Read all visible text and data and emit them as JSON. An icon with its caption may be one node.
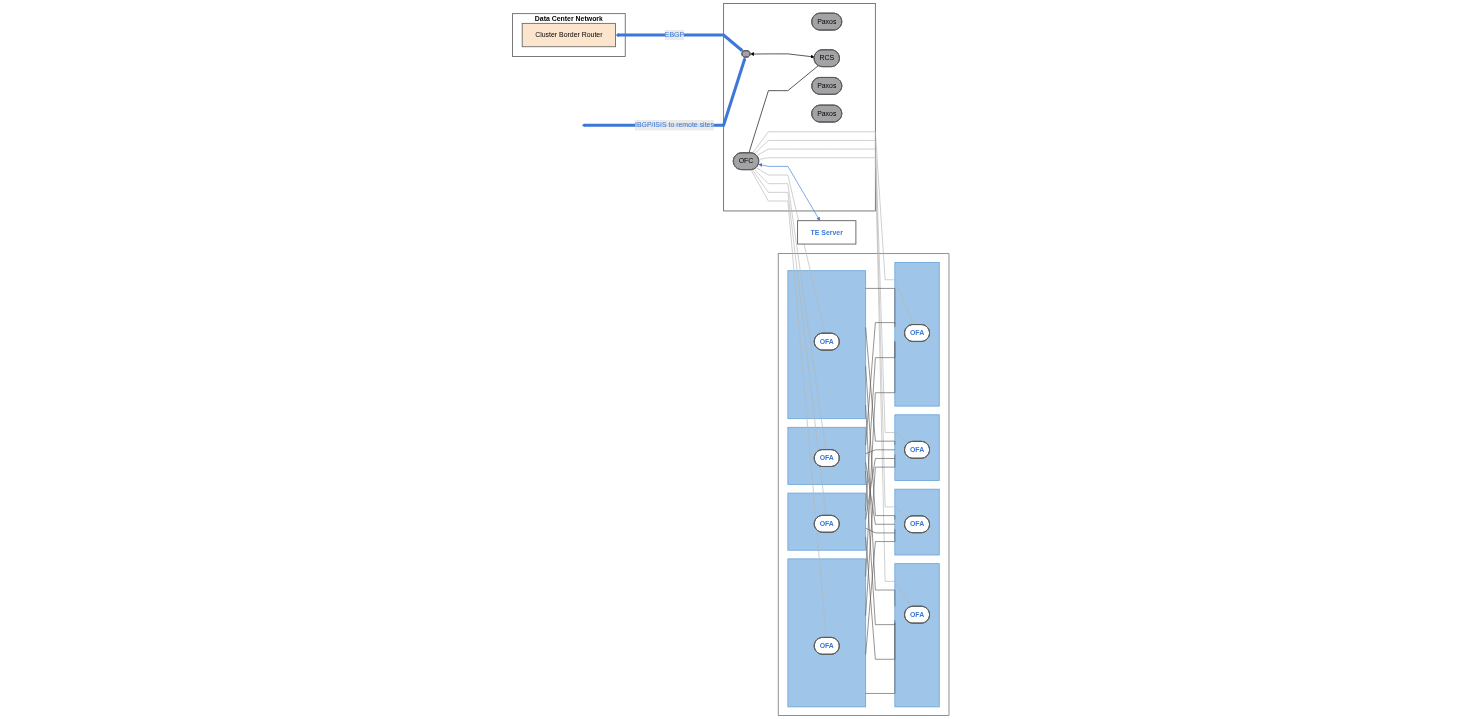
{
  "diagram": {
    "nodes": [
      {
        "text": [
          "Data Center Network"
        ]
      },
      {
        "text": [
          "Cluster Border Router"
        ],
        "in": 0
      },
      {
        "text": [],
        "shape": "box"
      },
      {
        "text": [],
        "shape": "circle",
        "in": 2
      },
      {
        "text": [
          "OFC"
        ],
        "in": 2
      },
      {
        "text": [
          "Paxos"
        ],
        "in": 2
      },
      {
        "text": [
          "RCS"
        ],
        "in": 2
      },
      {
        "text": [
          "Paxos"
        ],
        "in": 2
      },
      {
        "text": [
          "Paxos"
        ],
        "in": 2
      },
      {
        "text": [
          "TE Server"
        ]
      },
      {
        "text": [],
        "shape": "box"
      },
      {
        "text": [],
        "shape": "box",
        "in": 10
      },
      {
        "text": [
          "OFA"
        ],
        "in": 11
      },
      {
        "text": [],
        "shape": "box",
        "in": 10
      },
      {
        "text": [
          "OFA"
        ],
        "in": 13
      },
      {
        "text": [],
        "shape": "box",
        "in": 10
      },
      {
        "text": [
          "OFA"
        ],
        "in": 15
      },
      {
        "text": [],
        "shape": "box",
        "in": 10
      },
      {
        "text": [
          "OFA"
        ],
        "in": 17
      },
      {
        "text": [],
        "shape": "box",
        "in": 10
      },
      {
        "text": [
          "OFA"
        ],
        "in": 19
      },
      {
        "text": [],
        "shape": "box",
        "in": 10
      },
      {
        "text": [
          "OFA"
        ],
        "in": 21
      },
      {
        "text": [],
        "shape": "box",
        "in": 10
      },
      {
        "text": [
          "OFA"
        ],
        "in": 23
      },
      {
        "text": [],
        "shape": "box",
        "in": 10
      },
      {
        "text": [
          "OFA"
        ],
        "in": 25
      }
    ],
    "edges": [
      {
        "from": 1,
        "to": 3,
        "arrow": "both",
        "label": "EBGP",
        "style": "thick",
        "color": "#3c78d8"
      },
      {
        "from": null,
        "to": 3,
        "arrow": "both",
        "label": "IBGP/ISIS to remote sites",
        "style": "thick",
        "color": "#3c78d8"
      },
      {
        "from": 3,
        "to": 6,
        "arrow": "both",
        "color": "#000000"
      },
      {
        "from": 4,
        "to": 6,
        "arrow": "none",
        "color": "#000000"
      },
      {
        "from": 4,
        "to": 9,
        "arrow": "both",
        "color": "#3c78d8"
      },
      {
        "from": 4,
        "to": 12,
        "arrow": "none",
        "color": "#b7b7b7"
      },
      {
        "from": 4,
        "to": 14,
        "arrow": "none",
        "color": "#b7b7b7"
      },
      {
        "from": 4,
        "to": 16,
        "arrow": "none",
        "color": "#b7b7b7"
      },
      {
        "from": 4,
        "to": 18,
        "arrow": "none",
        "color": "#b7b7b7"
      },
      {
        "from": 4,
        "to": 20,
        "arrow": "none",
        "color": "#b7b7b7"
      },
      {
        "from": 4,
        "to": 22,
        "arrow": "none",
        "color": "#b7b7b7"
      },
      {
        "from": 4,
        "to": 24,
        "arrow": "none",
        "color": "#b7b7b7"
      },
      {
        "from": 4,
        "to": 26,
        "arrow": "none",
        "color": "#b7b7b7"
      },
      {
        "from": 11,
        "to": 13,
        "arrow": "none"
      },
      {
        "from": 11,
        "to": 17,
        "arrow": "none"
      },
      {
        "from": 11,
        "to": 21,
        "arrow": "none"
      },
      {
        "from": 11,
        "to": 25,
        "arrow": "none"
      },
      {
        "from": 15,
        "to": 13,
        "arrow": "none"
      },
      {
        "from": 15,
        "to": 17,
        "arrow": "none"
      },
      {
        "from": 15,
        "to": 21,
        "arrow": "none"
      },
      {
        "from": 15,
        "to": 25,
        "arrow": "none"
      },
      {
        "from": 19,
        "to": 13,
        "arrow": "none"
      },
      {
        "from": 19,
        "to": 17,
        "arrow": "none"
      },
      {
        "from": 19,
        "to": 21,
        "arrow": "none"
      },
      {
        "from": 19,
        "to": 25,
        "arrow": "none"
      },
      {
        "from": 23,
        "to": 13,
        "arrow": "none"
      },
      {
        "from": 23,
        "to": 17,
        "arrow": "none"
      },
      {
        "from": 23,
        "to": 21,
        "arrow": "none"
      },
      {
        "from": 23,
        "to": 25,
        "arrow": "none"
      }
    ]
  }
}
